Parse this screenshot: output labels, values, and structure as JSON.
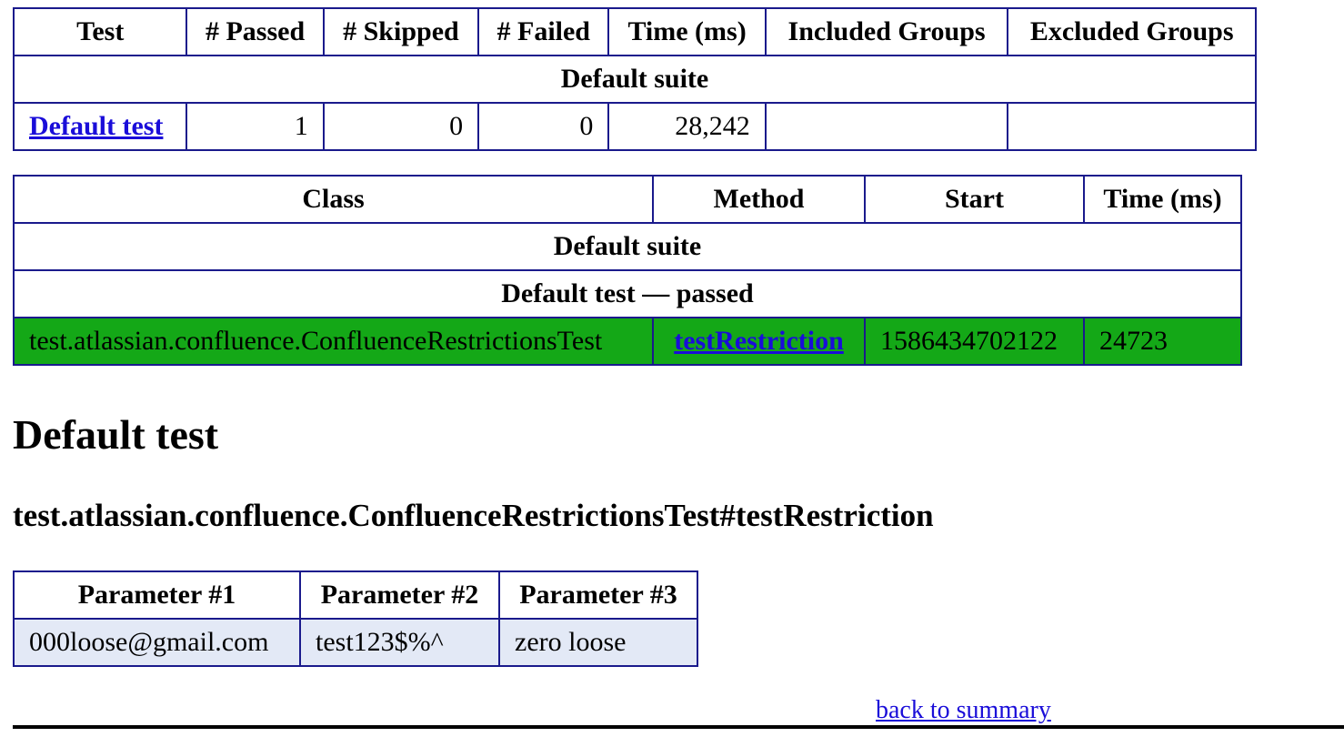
{
  "summary": {
    "headers": [
      "Test",
      "# Passed",
      "# Skipped",
      "# Failed",
      "Time (ms)",
      "Included Groups",
      "Excluded Groups"
    ],
    "suite_label": "Default suite",
    "row": {
      "test": "Default test",
      "passed": "1",
      "skipped": "0",
      "failed": "0",
      "time": "28,242",
      "included": "",
      "excluded": ""
    }
  },
  "methods": {
    "headers": [
      "Class",
      "Method",
      "Start",
      "Time (ms)"
    ],
    "suite_label": "Default suite",
    "test_status": "Default test — passed",
    "row": {
      "class": "test.atlassian.confluence.ConfluenceRestrictionsTest",
      "method": "testRestriction",
      "start": "1586434702122",
      "time": "24723"
    },
    "status_color": "#14a817"
  },
  "detail": {
    "title": "Default test",
    "method_full": "test.atlassian.confluence.ConfluenceRestrictionsTest#testRestriction",
    "param_headers": [
      "Parameter #1",
      "Parameter #2",
      "Parameter #3"
    ],
    "param_values": [
      "000loose@gmail.com",
      "test123$%^",
      "zero loose"
    ]
  },
  "footer": {
    "back_link": "back to summary"
  }
}
